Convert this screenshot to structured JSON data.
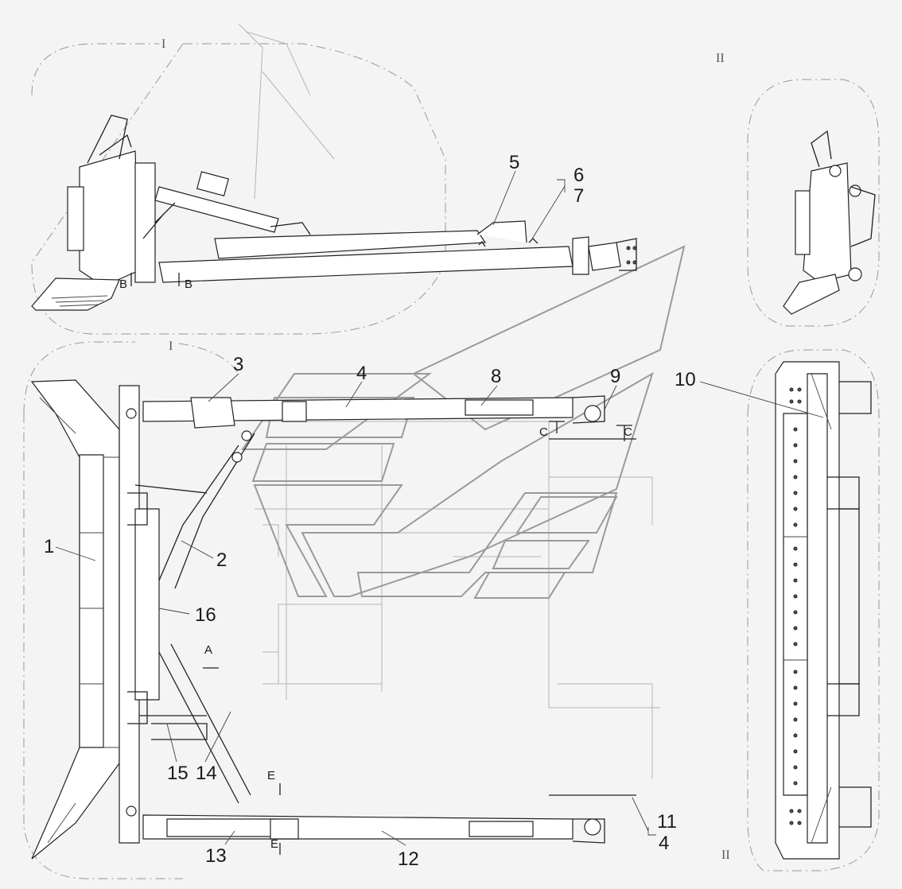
{
  "roman_marks": {
    "view_one_a": "I",
    "view_one_b": "I",
    "view_two_a": "II",
    "view_two_b": "II"
  },
  "section_marks": {
    "b_left": "B",
    "b_right": "B",
    "c_left": "C",
    "c_right": "C",
    "a": "A",
    "e_top": "E",
    "e_bottom": "E"
  },
  "callouts": {
    "c1": "1",
    "c2": "2",
    "c3": "3",
    "c4_top": "4",
    "c5": "5",
    "c6": "6",
    "c7": "7",
    "c8": "8",
    "c9": "9",
    "c10": "10",
    "c11": "11",
    "c4_bottom": "4",
    "c12": "12",
    "c13": "13",
    "c14": "14",
    "c15": "15",
    "c16": "16"
  },
  "colors": {
    "line": "#222222",
    "ghost": "#b5b5b5",
    "watermark": "#9a9a9a",
    "background": "#f4f4f4"
  }
}
